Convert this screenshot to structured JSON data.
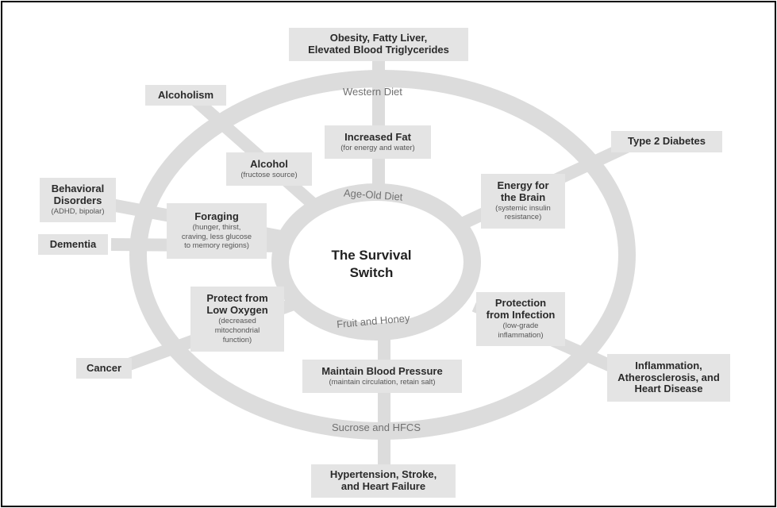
{
  "diagram": {
    "center_title_line1": "The Survival",
    "center_title_line2": "Switch",
    "ring_labels": {
      "western_diet": "Western Diet",
      "age_old_diet": "Age-Old Diet",
      "fruit_and_honey": "Fruit and Honey",
      "sucrose_and_hfcs": "Sucrose and HFCS"
    },
    "inner_boxes": {
      "increased_fat": {
        "title": "Increased Fat",
        "sub": "(for energy and water)"
      },
      "alcohol": {
        "title": "Alcohol",
        "sub": "(fructose source)"
      },
      "energy_brain": {
        "title1": "Energy for",
        "title2": "the Brain",
        "sub1": "(systemic insulin",
        "sub2": "resistance)"
      },
      "foraging": {
        "title": "Foraging",
        "sub1": "(hunger, thirst,",
        "sub2": "craving, less glucose",
        "sub3": "to memory regions)"
      },
      "protect_low_oxygen": {
        "title1": "Protect from",
        "title2": "Low Oxygen",
        "sub1": "(decreased",
        "sub2": "mitochondrial",
        "sub3": "function)"
      },
      "protection_infection": {
        "title1": "Protection",
        "title2": "from Infection",
        "sub1": "(low-grade",
        "sub2": "inflammation)"
      },
      "maintain_bp": {
        "title": "Maintain Blood Pressure",
        "sub": "(maintain circulation, retain salt)"
      }
    },
    "outer_boxes": {
      "obesity": {
        "line1": "Obesity, Fatty Liver,",
        "line2": "Elevated Blood Triglycerides"
      },
      "alcoholism": "Alcoholism",
      "type2": "Type 2 Diabetes",
      "behavioral": {
        "line1": "Behavioral",
        "line2": "Disorders",
        "sub": "(ADHD, bipolar)"
      },
      "dementia": "Dementia",
      "cancer": "Cancer",
      "inflammation": {
        "line1": "Inflammation,",
        "line2": "Atherosclerosis, and",
        "line3": "Heart Disease"
      },
      "hypertension": {
        "line1": "Hypertension, Stroke,",
        "line2": "and Heart Failure"
      }
    },
    "colors": {
      "ring": "#dcdcdc",
      "box": "#e4e4e4",
      "text": "#2a2a2a",
      "frame": "#000000"
    }
  }
}
